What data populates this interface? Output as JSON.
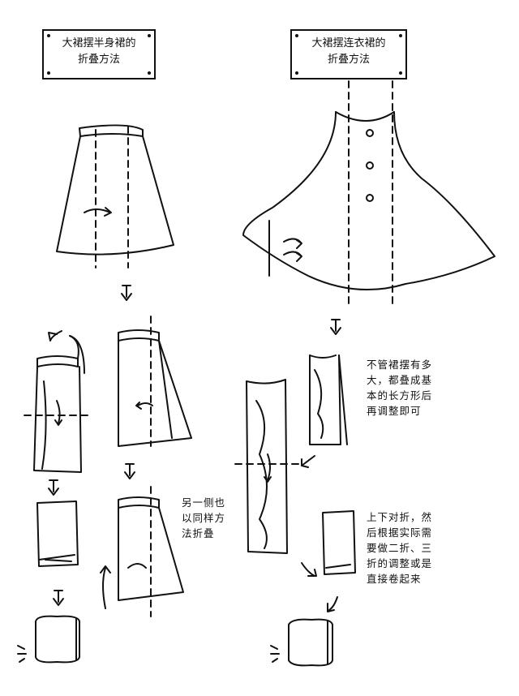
{
  "left_title": {
    "line1": "大裙摆半身裙的",
    "line2": "折叠方法"
  },
  "right_title": {
    "line1": "大裙摆连衣裙的",
    "line2": "折叠方法"
  },
  "notes": {
    "left_same_side": [
      "另一侧也",
      "以同样方",
      "法折叠"
    ],
    "right_rectangle": [
      "不管裙摆有多",
      "大，都叠成基",
      "本的长方形后",
      "再调整即可"
    ],
    "right_final": [
      "上下对折，然",
      "后根据实际需",
      "要做二折、三",
      "折的调整或是",
      "直接卷起来"
    ]
  },
  "colors": {
    "ink": "#111111",
    "paper": "#ffffff"
  }
}
